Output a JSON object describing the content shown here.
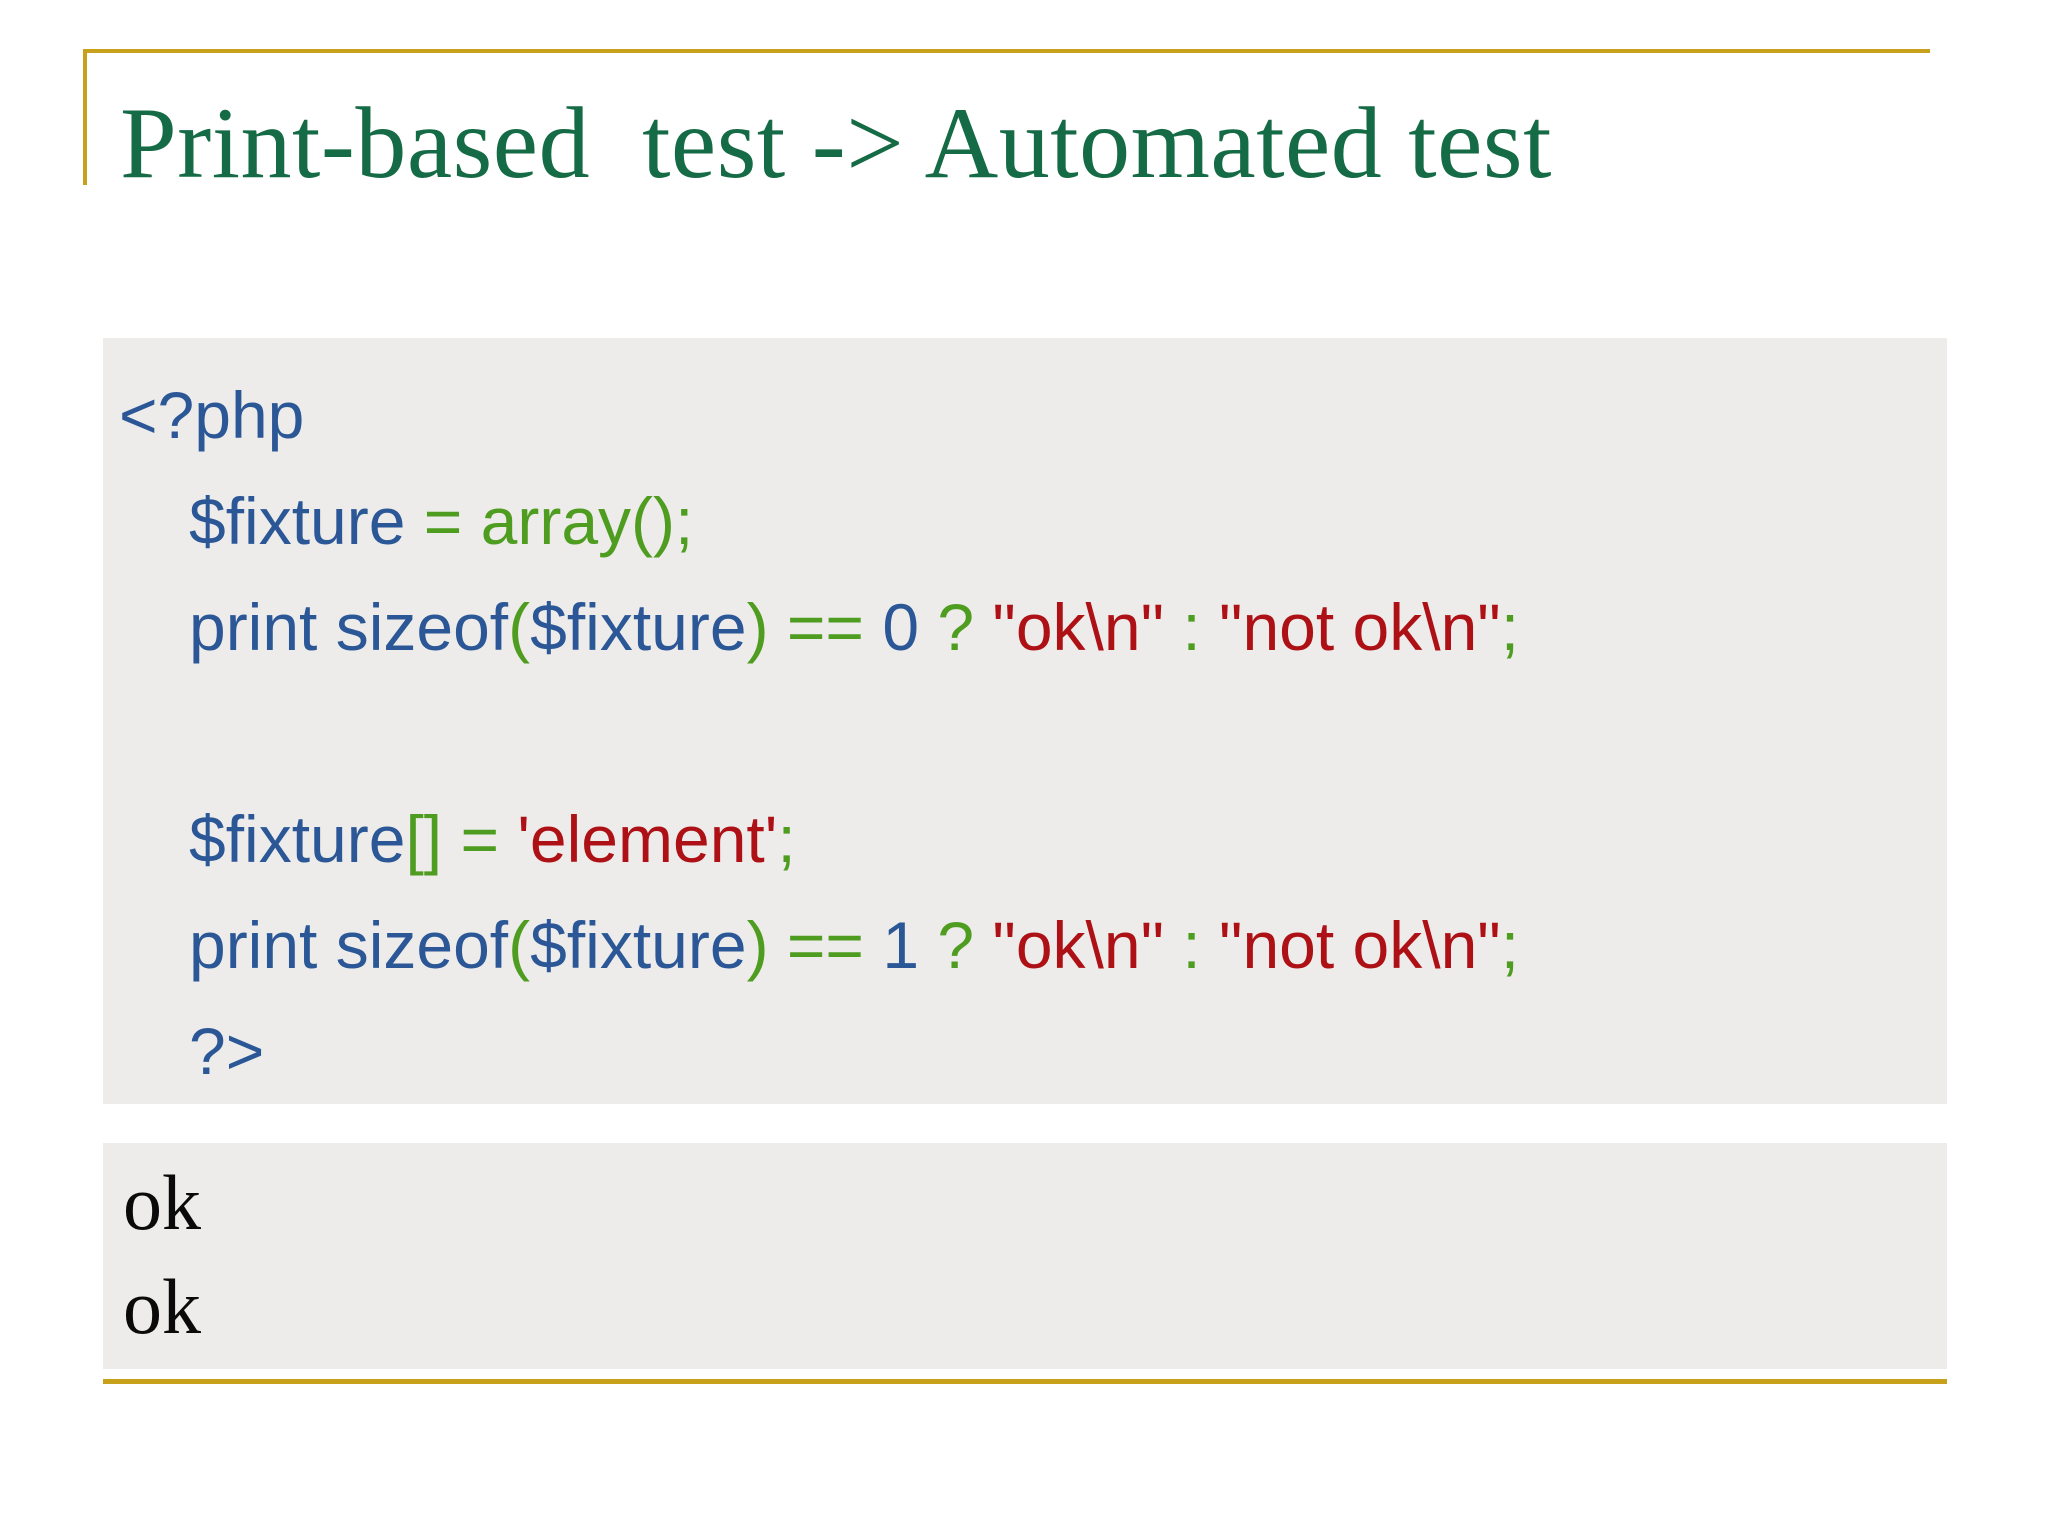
{
  "slide": {
    "title": "Print-based  test -> Automated test"
  },
  "colors": {
    "title_green": "#156b45",
    "code_blue": "#2b5797",
    "code_green": "#4f9d20",
    "code_red": "#ad1115",
    "accent_gold": "#c7a11c",
    "block_bg": "#edecea",
    "output_text": "#0a0a0a"
  },
  "code": {
    "language": "php",
    "lines": [
      {
        "indent": false,
        "tokens": [
          {
            "c": "blue",
            "t": "<?php"
          }
        ]
      },
      {
        "indent": true,
        "tokens": [
          {
            "c": "blue",
            "t": "$fixture "
          },
          {
            "c": "green",
            "t": "= array();"
          }
        ]
      },
      {
        "indent": true,
        "tokens": [
          {
            "c": "blue",
            "t": "print sizeof"
          },
          {
            "c": "green",
            "t": "("
          },
          {
            "c": "blue",
            "t": "$fixture"
          },
          {
            "c": "green",
            "t": ") == "
          },
          {
            "c": "blue",
            "t": "0"
          },
          {
            "c": "green",
            "t": " ? "
          },
          {
            "c": "red",
            "t": "\"ok\\n\""
          },
          {
            "c": "green",
            "t": " : "
          },
          {
            "c": "red",
            "t": "\"not ok\\n\""
          },
          {
            "c": "green",
            "t": ";"
          }
        ]
      },
      {
        "indent": true,
        "tokens": []
      },
      {
        "indent": true,
        "tokens": [
          {
            "c": "blue",
            "t": "$fixture"
          },
          {
            "c": "green",
            "t": "[] = "
          },
          {
            "c": "red",
            "t": "'element'"
          },
          {
            "c": "green",
            "t": ";"
          }
        ]
      },
      {
        "indent": true,
        "tokens": [
          {
            "c": "blue",
            "t": "print sizeof"
          },
          {
            "c": "green",
            "t": "("
          },
          {
            "c": "blue",
            "t": "$fixture"
          },
          {
            "c": "green",
            "t": ") == "
          },
          {
            "c": "blue",
            "t": "1"
          },
          {
            "c": "green",
            "t": " ? "
          },
          {
            "c": "red",
            "t": "\"ok\\n\""
          },
          {
            "c": "green",
            "t": " : "
          },
          {
            "c": "red",
            "t": "\"not ok\\n\""
          },
          {
            "c": "green",
            "t": ";"
          }
        ]
      },
      {
        "indent": true,
        "tokens": [
          {
            "c": "blue",
            "t": "?>"
          }
        ]
      }
    ]
  },
  "output": {
    "lines": [
      "ok",
      "ok"
    ]
  }
}
